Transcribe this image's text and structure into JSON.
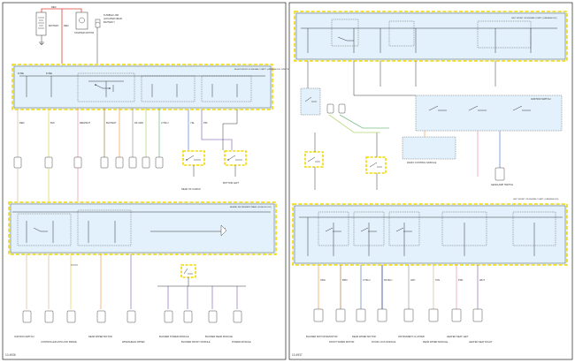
{
  "left_panel": {
    "id": "10-4936",
    "battery_label": "BATTERY",
    "starter_label": "STARTER MOTOR",
    "fusible_link": "FUSIBLE LINK",
    "blocks": [
      {
        "text": "RIGHT FRONT OF ENGINE COMPT. (UNDERHOOD JUNCTION BOX)"
      },
      {
        "text": "BEHIND INSTRUMENT PANEL (FUSE BLOCK)"
      }
    ],
    "bottom_labels": [
      "IGNITION SWITCH",
      "CONTROLLER ANTILOCK BRAKE",
      "REAR WIPER MOTOR",
      "WINDSHIELD WIPER",
      "BLOWER POWER MODULE",
      "BLOWER FRONT MODULE",
      "BLOWER REAR MODULE",
      "POWER MODULE"
    ],
    "wire_labels": [
      "RED",
      "BLK",
      "RED/WHT",
      "BLK/WHT",
      "DK GRN",
      "LT BLU",
      "YEL",
      "PPL"
    ]
  },
  "right_panel": {
    "id": "10-4937",
    "blocks": [
      {
        "text": "LEFT FRONT OF ENGINE COMPT. (UNDERHOOD)"
      },
      {
        "text": "LEFT FRONT OF ENGINE COMPT. (UNDERHOOD)"
      }
    ],
    "side_labels": [
      "IGNITION SWITCH",
      "HEADLAMP SWITCH",
      "RADIO CONTROL MODULE"
    ],
    "bottom_labels": [
      "BLOWER MOTOR RESISTOR",
      "FRONT WIPER MOTOR",
      "REAR WIPER MOTOR",
      "DOOR LOCK MODULE",
      "INSTRUMENT CLUSTER",
      "REAR WIPER MODULE",
      "HEATED SEAT LEFT",
      "HEATED SEAT RIGHT"
    ],
    "wire_labels": [
      "ORG",
      "BRN",
      "LT BLU",
      "DK BLU",
      "GRY",
      "TAN",
      "PNK",
      "WHT"
    ]
  }
}
